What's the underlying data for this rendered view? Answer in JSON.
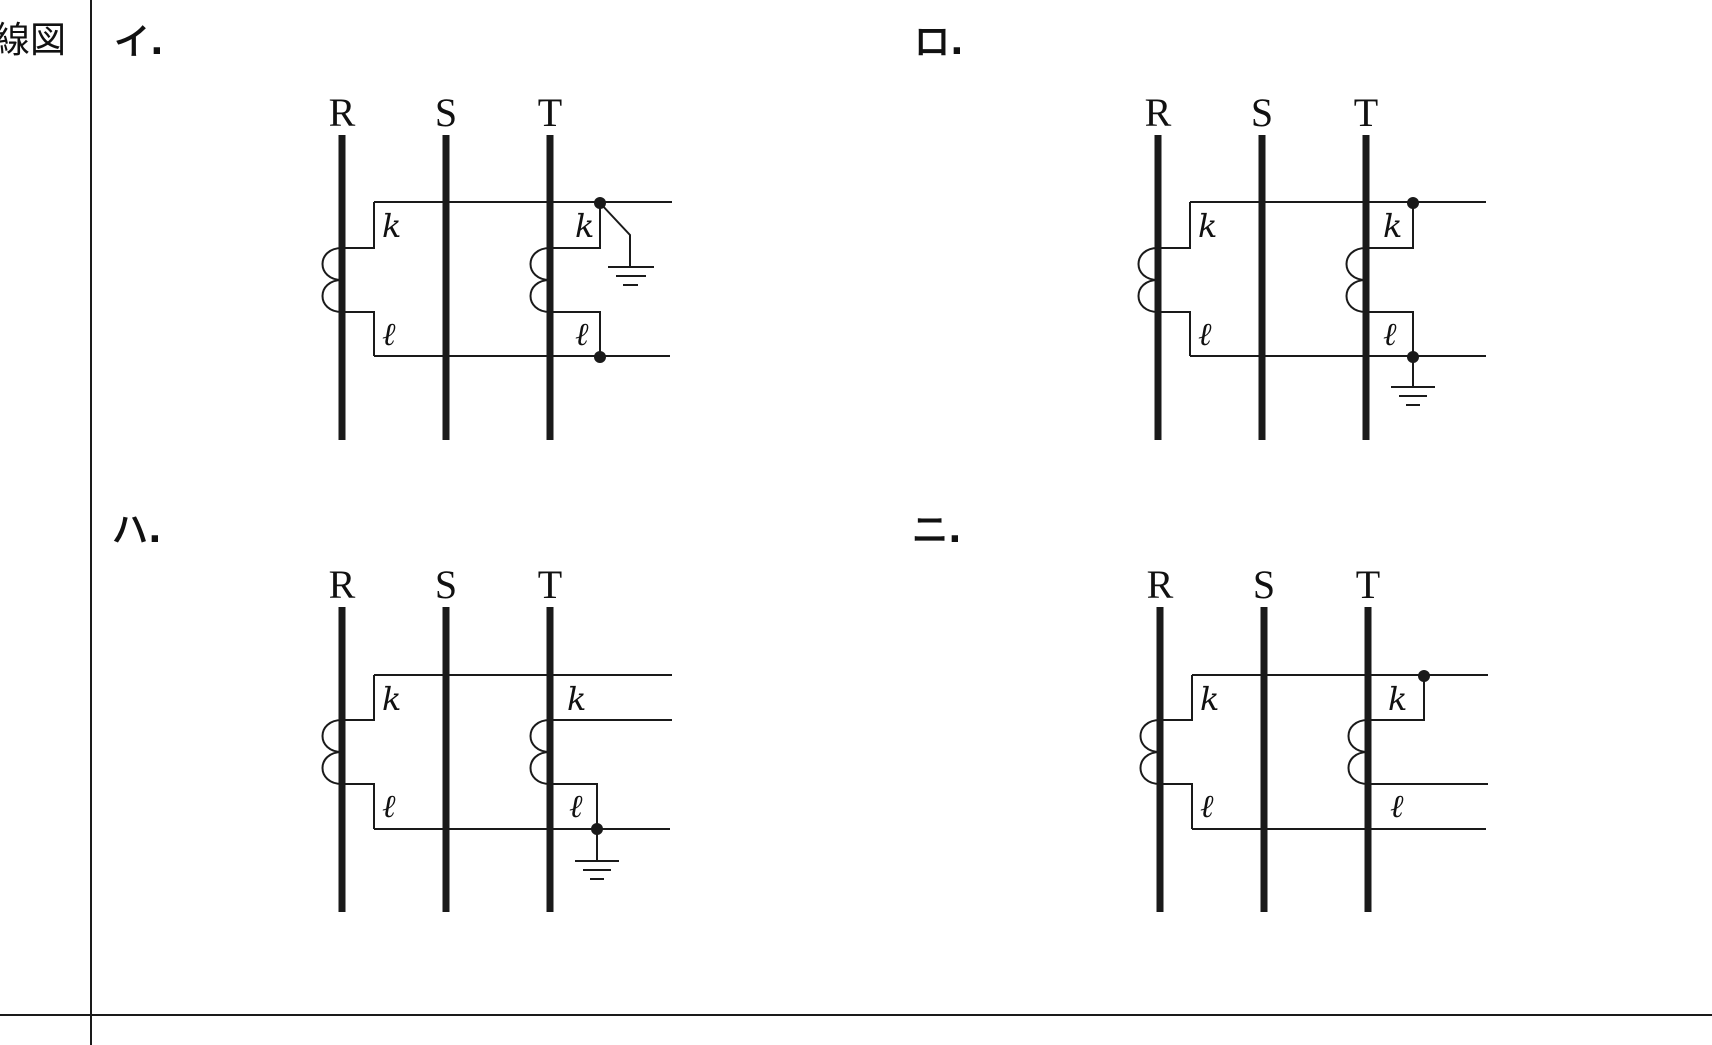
{
  "side_label": "線図",
  "options": [
    {
      "choice": "イ.",
      "phases": [
        "R",
        "S",
        "T"
      ],
      "terminals": [
        "k",
        "ℓ",
        "k",
        "ℓ"
      ]
    },
    {
      "choice": "ロ.",
      "phases": [
        "R",
        "S",
        "T"
      ],
      "terminals": [
        "k",
        "ℓ",
        "k",
        "ℓ"
      ]
    },
    {
      "choice": "ハ.",
      "phases": [
        "R",
        "S",
        "T"
      ],
      "terminals": [
        "k",
        "ℓ",
        "k",
        "ℓ"
      ]
    },
    {
      "choice": "ニ.",
      "phases": [
        "R",
        "S",
        "T"
      ],
      "terminals": [
        "k",
        "ℓ",
        "k",
        "ℓ"
      ]
    }
  ]
}
